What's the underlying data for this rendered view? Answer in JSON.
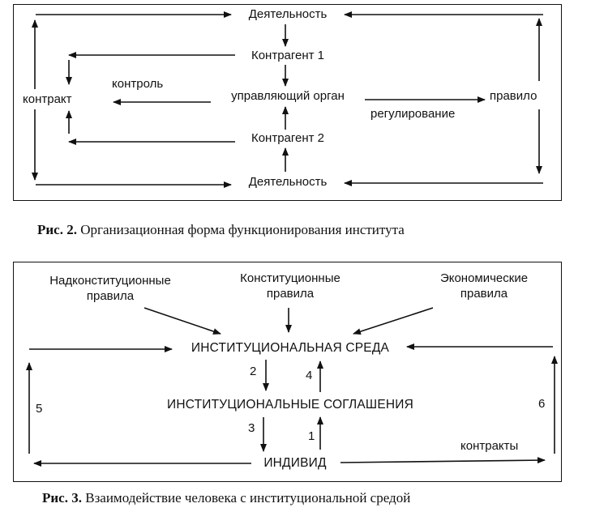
{
  "figure2": {
    "top_activity": "Деятельность",
    "counterparty1": "Контрагент 1",
    "governing_body": "управляющий орган",
    "counterparty2": "Контрагент 2",
    "bottom_activity": "Деятельность",
    "contract": "контракт",
    "control": "контроль",
    "rule": "правило",
    "regulation": "регулирование",
    "caption_label": "Рис. 2.",
    "caption_text": "Организационная форма функционирования института"
  },
  "figure3": {
    "supra_constitutional_line1": "Надконституционные",
    "supra_constitutional_line2": "правила",
    "constitutional_line1": "Конституционные",
    "constitutional_line2": "правила",
    "economic_line1": "Экономические",
    "economic_line2": "правила",
    "institutional_environment": "ИНСТИТУЦИОНАЛЬНАЯ СРЕДА",
    "institutional_agreements": "ИНСТИТУЦИОНАЛЬНЫЕ СОГЛАШЕНИЯ",
    "individual": "ИНДИВИД",
    "contracts": "контракты",
    "num_1": "1",
    "num_2": "2",
    "num_3": "3",
    "num_4": "4",
    "num_5": "5",
    "num_6": "6",
    "caption_label": "Рис. 3.",
    "caption_text": "Взаимодействие человека с институциональной средой"
  }
}
